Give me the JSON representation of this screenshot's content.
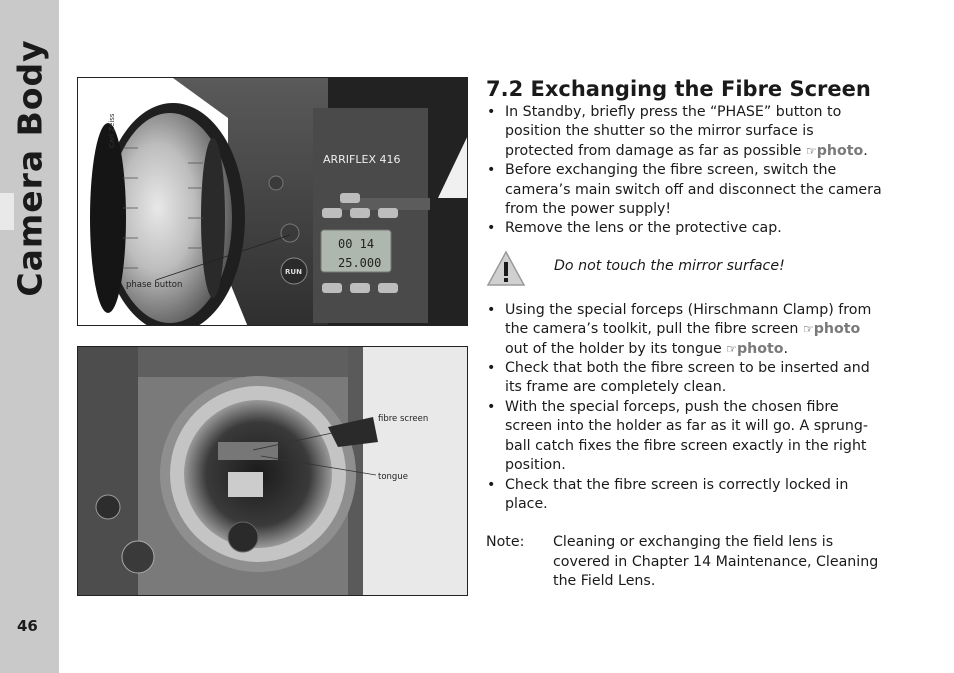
{
  "sidebar": {
    "title": "Camera Body",
    "page_number": "46"
  },
  "photos": {
    "top": {
      "callouts": [
        "phase button"
      ]
    },
    "bottom": {
      "callouts": [
        "fibre screen",
        "tongue"
      ]
    },
    "camera_brand": "ARRIFLEX 416",
    "lens_brand": "Carl Zeiss",
    "display_top": "00 14",
    "display_bottom": "25.000",
    "run_label": "RUN"
  },
  "section": {
    "title": "7.2 Exchanging the Fibre Screen",
    "bullets_a": [
      {
        "text": "In Standby, briefly press the “PHASE” button to position the shutter so the mirror surface is protected from damage as far as possible ",
        "ref": "photo",
        "after": "."
      },
      {
        "text": "Before exchanging the fibre screen, switch the camera’s main switch off and disconnect the camera from the power supply!"
      },
      {
        "text": "Remove the lens or the protective cap."
      }
    ],
    "warning": "Do not touch the mirror surface!",
    "bullets_b": [
      {
        "text": "Using the special forceps (Hirschmann Clamp) from the camera’s toolkit, pull the fibre screen ",
        "ref": "photo",
        "mid": " out of the holder by its tongue ",
        "ref2": "photo",
        "after": "."
      },
      {
        "text": "Check that both the fibre screen to be inserted and its frame are completely clean."
      },
      {
        "text": "With the special forceps, push the chosen fibre screen into the holder as far as it will go. A sprung-ball catch fixes the fibre screen exactly in the right position."
      },
      {
        "text": "Check that the fibre screen is correctly locked in place."
      }
    ],
    "note": {
      "label": "Note:",
      "text": "Cleaning or exchanging the field lens is covered in Chapter 14 Maintenance, Cleaning the Field Lens."
    }
  },
  "icons": {
    "reference": "pointing-hand-icon",
    "warning": "warning-triangle-icon"
  },
  "colors": {
    "sidebar": "#c9c9c9",
    "text": "#1a1a1a",
    "reference": "#7a7a7a"
  }
}
